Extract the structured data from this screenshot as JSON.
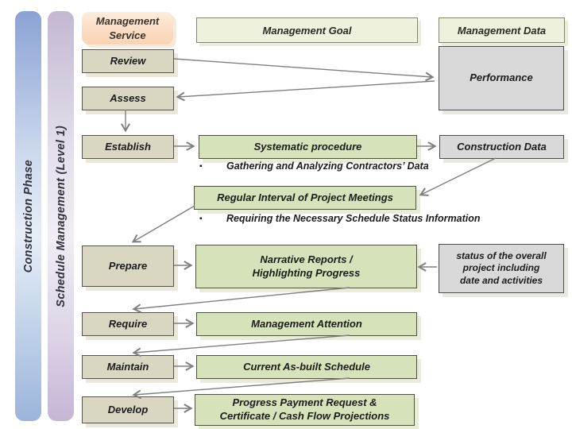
{
  "bars": {
    "construction_phase": "Construction Phase",
    "schedule_management": "Schedule Management (Level 1)"
  },
  "headers": {
    "service": "Management\nService",
    "goal": "Management Goal",
    "data": "Management Data"
  },
  "services": {
    "review": "Review",
    "assess": "Assess",
    "establish": "Establish",
    "prepare": "Prepare",
    "require": "Require",
    "maintain": "Maintain",
    "develop": "Develop"
  },
  "goals": {
    "systematic": "Systematic procedure",
    "regular": "Regular Interval of Project Meetings",
    "narrative": "Narrative Reports /\nHighlighting Progress",
    "attention": "Management Attention",
    "asbuilt": "Current As-built Schedule",
    "progress": "Progress Payment Request &\nCertificate / Cash Flow Projections"
  },
  "data_items": {
    "performance": "Performance",
    "construction_data": "Construction Data",
    "status": "status of the overall\nproject including\ndate and activities"
  },
  "bullets": {
    "marker": "▪",
    "gathering": "Gathering and Analyzing Contractors’ Data",
    "requiring": "Requiring the Necessary Schedule Status Information"
  },
  "colors": {
    "service_box": "#d9d6c1",
    "goal_box": "#d6e3ba",
    "data_box": "#d9d9d9",
    "header_green": "#edf1dd",
    "header_peach": "#fbdcc2",
    "bar_blue": "#8aa2d4",
    "bar_lavender": "#c3b8d2",
    "arrow": "#7f7f7f"
  }
}
